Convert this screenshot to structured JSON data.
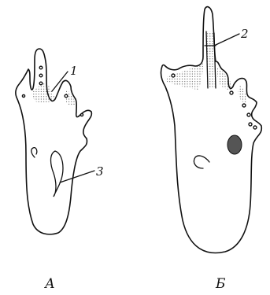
{
  "figure": {
    "specimens": [
      {
        "id": "A",
        "caption": "А"
      },
      {
        "id": "B",
        "caption": "Б"
      }
    ],
    "callouts": [
      {
        "id": "1",
        "label": "1"
      },
      {
        "id": "2",
        "label": "2"
      },
      {
        "id": "3",
        "label": "3"
      }
    ]
  }
}
